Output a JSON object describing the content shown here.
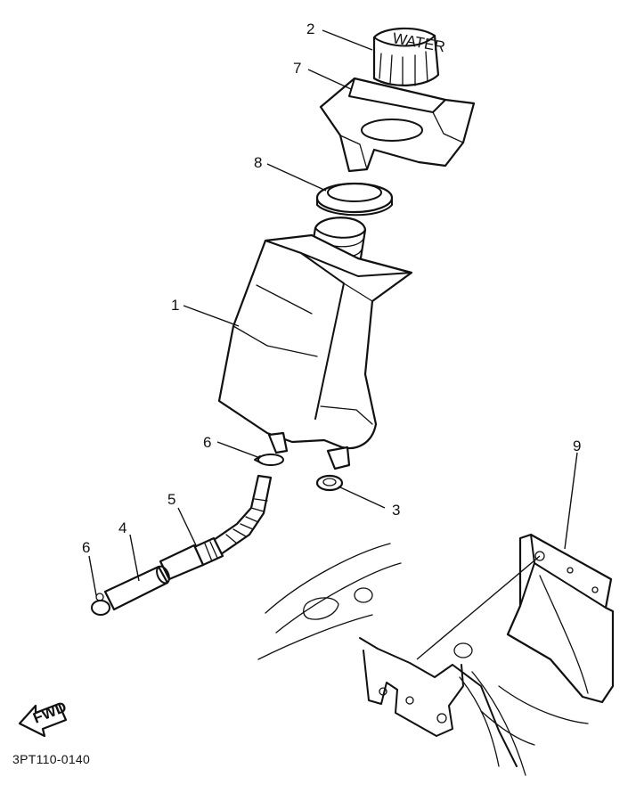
{
  "callouts": [
    {
      "id": "1",
      "part": "tank"
    },
    {
      "id": "2",
      "part": "cap"
    },
    {
      "id": "3",
      "part": "grommet"
    },
    {
      "id": "4",
      "part": "hose-short"
    },
    {
      "id": "5",
      "part": "hose-corrugated"
    },
    {
      "id": "6",
      "part": "clip-upper"
    },
    {
      "id": "6",
      "part": "clip-lower"
    },
    {
      "id": "7",
      "part": "bracket"
    },
    {
      "id": "8",
      "part": "seal-ring"
    },
    {
      "id": "9",
      "part": "mud-flap"
    }
  ],
  "cap_text": "WATER",
  "arrow_text": "FWD",
  "code": "3PT110-0140"
}
